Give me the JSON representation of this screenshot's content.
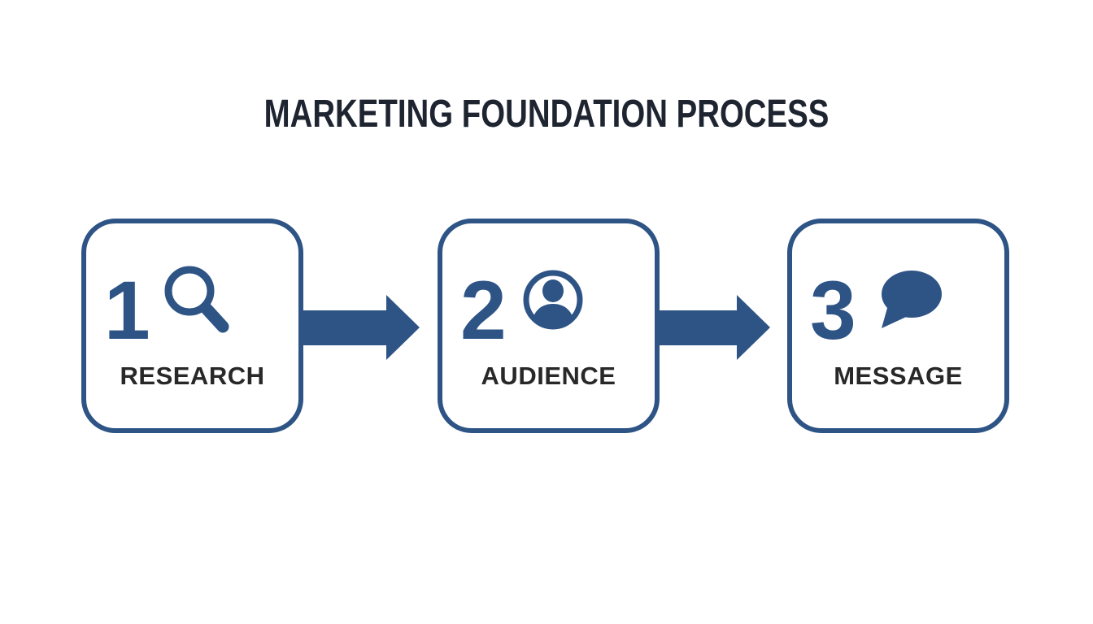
{
  "title": "MARKETING FOUNDATION PROCESS",
  "colors": {
    "accent": "#2e5486",
    "title_text": "#1e2531",
    "label_text": "#282828",
    "background": "#ffffff"
  },
  "steps": [
    {
      "number": "1",
      "label": "RESEARCH",
      "icon": "magnifier-search-icon"
    },
    {
      "number": "2",
      "label": "AUDIENCE",
      "icon": "user-person-icon"
    },
    {
      "number": "3",
      "label": "MESSAGE",
      "icon": "speech-bubble-icon"
    }
  ],
  "connectors": [
    {
      "type": "arrow-right"
    },
    {
      "type": "arrow-right"
    }
  ]
}
